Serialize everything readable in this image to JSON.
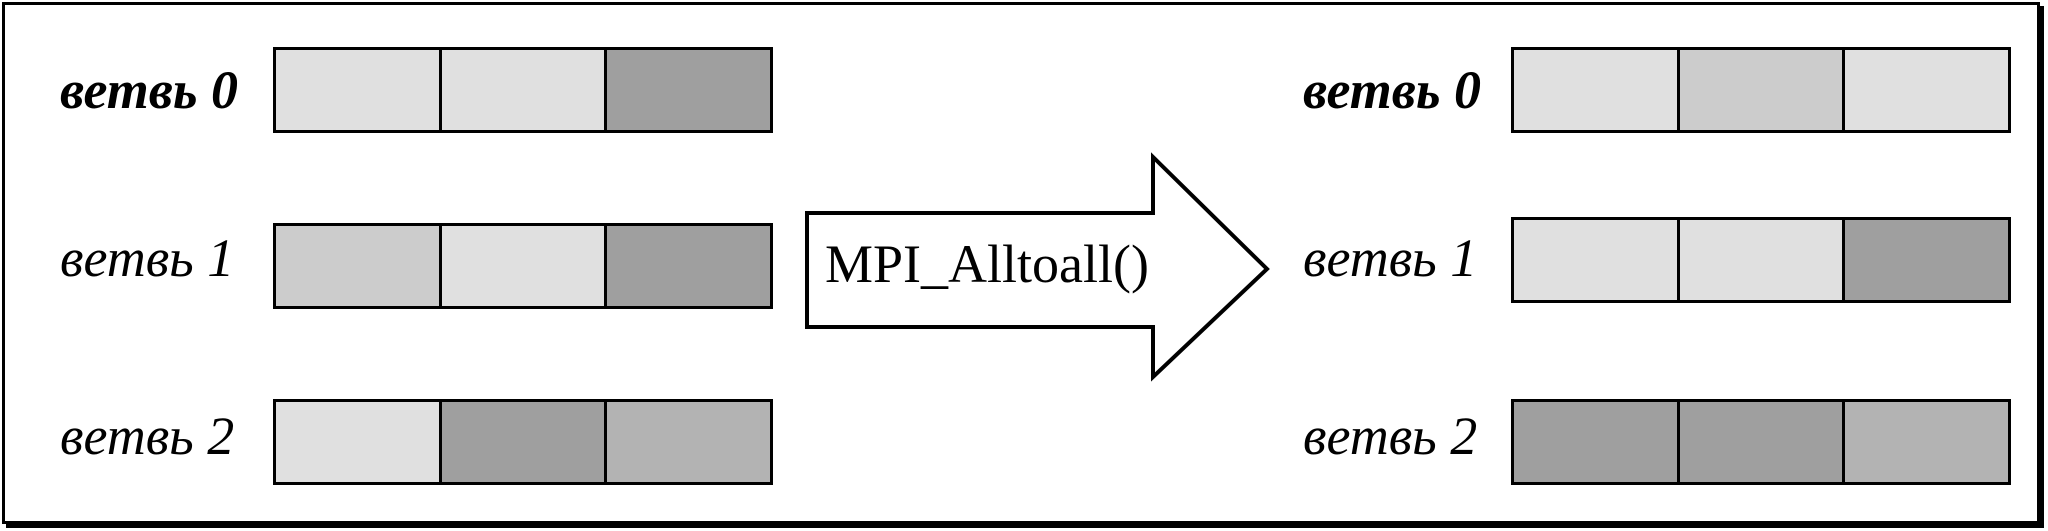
{
  "colors": {
    "light": "#e0e0e0",
    "mid": "#cccccc",
    "mid_gray": "#b3b3b3",
    "dark": "#9f9f9f"
  },
  "before": {
    "rows": [
      {
        "label": "ветвь 0",
        "cells": [
          "light",
          "light",
          "dark"
        ]
      },
      {
        "label": "ветвь 1",
        "cells": [
          "mid",
          "light",
          "dark"
        ]
      },
      {
        "label": "ветвь 2",
        "cells": [
          "light",
          "dark",
          "mid_gray"
        ]
      }
    ]
  },
  "operation": {
    "label": "MPI_Alltoall()",
    "icon": "right-arrow-icon"
  },
  "after": {
    "rows": [
      {
        "label": "ветвь 0",
        "cells": [
          "light",
          "mid",
          "light"
        ]
      },
      {
        "label": "ветвь 1",
        "cells": [
          "light",
          "light",
          "dark"
        ]
      },
      {
        "label": "ветвь 2",
        "cells": [
          "dark",
          "dark",
          "mid_gray"
        ]
      }
    ]
  }
}
